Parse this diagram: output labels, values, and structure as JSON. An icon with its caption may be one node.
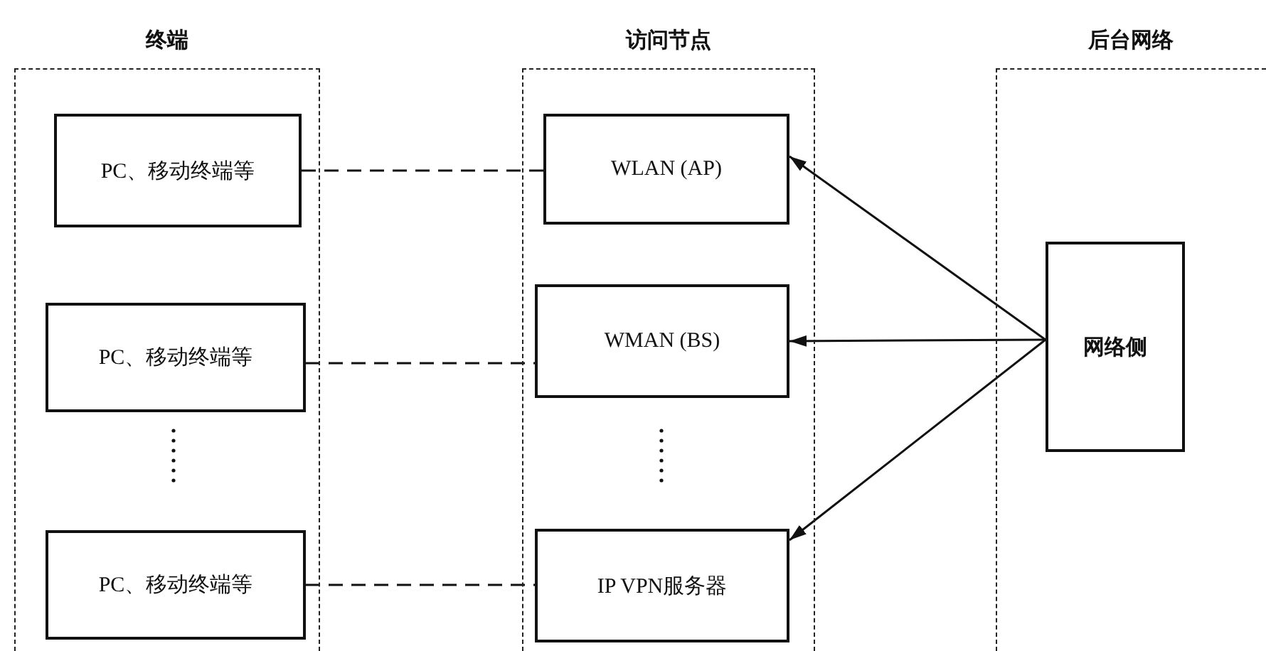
{
  "diagram": {
    "nodes": [
      {
        "text": [
          "终端"
        ]
      },
      {
        "text": [
          "访问节点"
        ]
      },
      {
        "text": [
          "后台网络"
        ]
      },
      {
        "text": [
          "PC、移动终端等"
        ],
        "in": 0
      },
      {
        "text": [
          "PC、移动终端等"
        ],
        "in": 0
      },
      {
        "text": [
          "PC、移动终端等"
        ],
        "in": 0
      },
      {
        "text": [
          "WLAN (AP)"
        ],
        "in": 1
      },
      {
        "text": [
          "WMAN (BS)"
        ],
        "in": 1
      },
      {
        "text": [
          "IP VPN服务器"
        ],
        "in": 1
      },
      {
        "text": [
          "网络侧"
        ],
        "in": 2
      }
    ],
    "edges": [
      {
        "from": 3,
        "to": 6,
        "arrow": "none",
        "style": "dashed"
      },
      {
        "from": 4,
        "to": 7,
        "arrow": "none",
        "style": "dashed"
      },
      {
        "from": 5,
        "to": 8,
        "arrow": "none",
        "style": "dashed"
      },
      {
        "from": 9,
        "to": 6,
        "arrow": "to"
      },
      {
        "from": 9,
        "to": 7,
        "arrow": "to"
      },
      {
        "from": 9,
        "to": 8,
        "arrow": "to"
      }
    ]
  }
}
